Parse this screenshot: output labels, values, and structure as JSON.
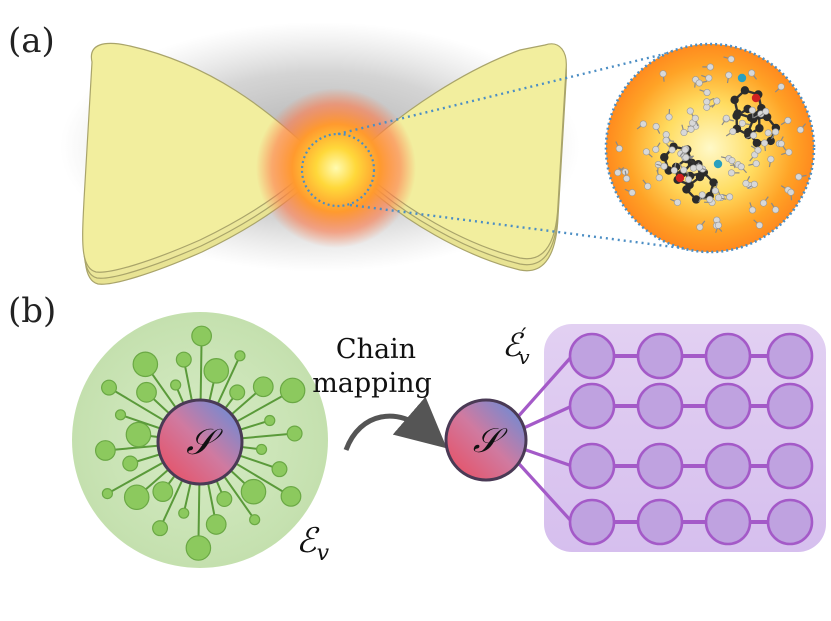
{
  "panels": {
    "a": {
      "label": "(a)"
    },
    "b": {
      "label": "(b)"
    }
  },
  "mapping": {
    "caption_line1": "Chain",
    "caption_line2": "mapping"
  },
  "symbols": {
    "system": "𝒮",
    "env_star": "ℰ",
    "env_star_sub": "v",
    "env_chain": "ℰ",
    "env_chain_sub": "v",
    "env_chain_prime": "′"
  },
  "colors": {
    "bowtie": "#f2ee9e",
    "bowtie_edge": "#a9a46a",
    "glow_core": "#fff27a",
    "glow_outer": "#ff8a2a",
    "zoom_line": "#4c8ec4",
    "star_env_bg": "#c7e3b3",
    "star_node": "#8cc95e",
    "star_edge": "#5a9a3a",
    "chain_bg": "#dcc7ef",
    "chain_node": "#bfa2e0",
    "chain_edge": "#a45ac8",
    "system_red": "#e0536e",
    "system_blue": "#5e8fd8",
    "arrow": "#555555"
  }
}
